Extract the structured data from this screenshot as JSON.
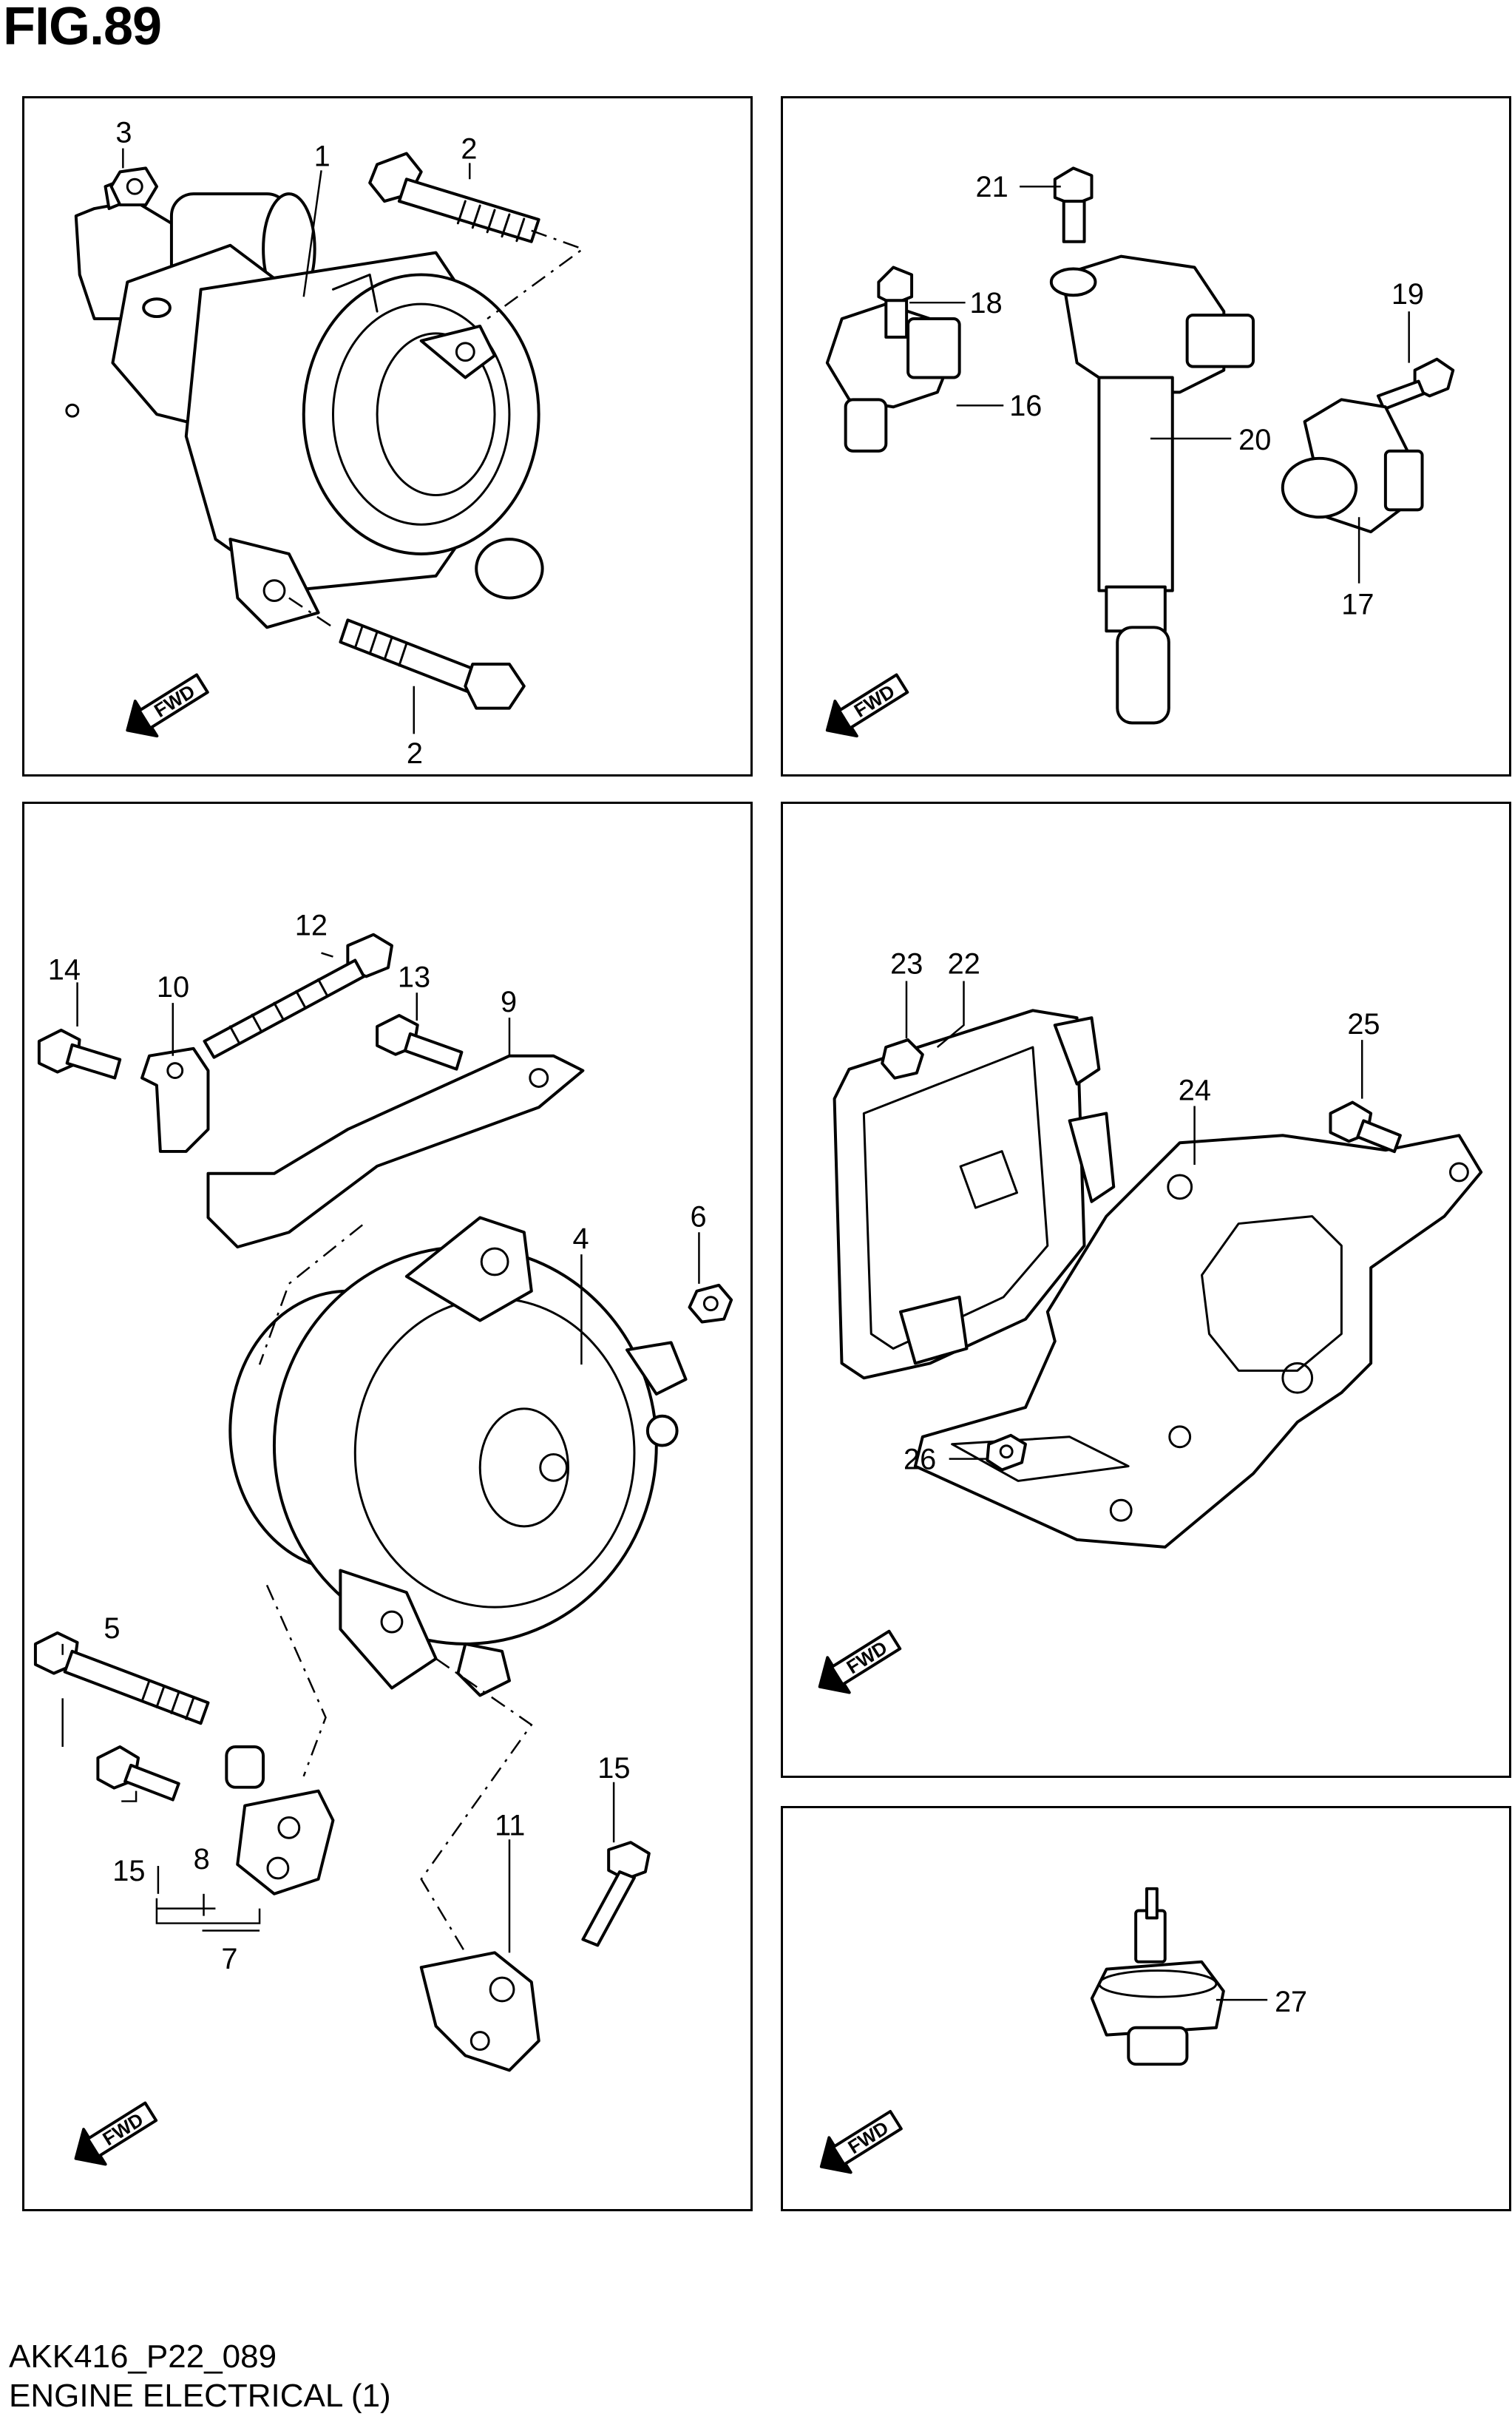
{
  "figure": {
    "title": "FIG.89",
    "code": "AKK416_P22_089",
    "caption": "ENGINE ELECTRICAL (1)",
    "fwd_label": "FWD"
  },
  "panels": {
    "starter": {
      "callouts": {
        "c1": "1",
        "c2a": "2",
        "c2b": "2",
        "c3": "3"
      }
    },
    "ignition": {
      "callouts": {
        "c16": "16",
        "c17": "17",
        "c18": "18",
        "c19": "19",
        "c20": "20",
        "c21": "21"
      }
    },
    "alternator": {
      "callouts": {
        "c4": "4",
        "c5": "5",
        "c6": "6",
        "c7": "7",
        "c8": "8",
        "c9": "9",
        "c10": "10",
        "c11": "11",
        "c12": "12",
        "c13": "13",
        "c14": "14",
        "c15a": "15",
        "c15b": "15"
      }
    },
    "ecm": {
      "callouts": {
        "c22": "22",
        "c23": "23",
        "c24": "24",
        "c25": "25",
        "c26": "26"
      }
    },
    "switch": {
      "callouts": {
        "c27": "27"
      }
    }
  }
}
